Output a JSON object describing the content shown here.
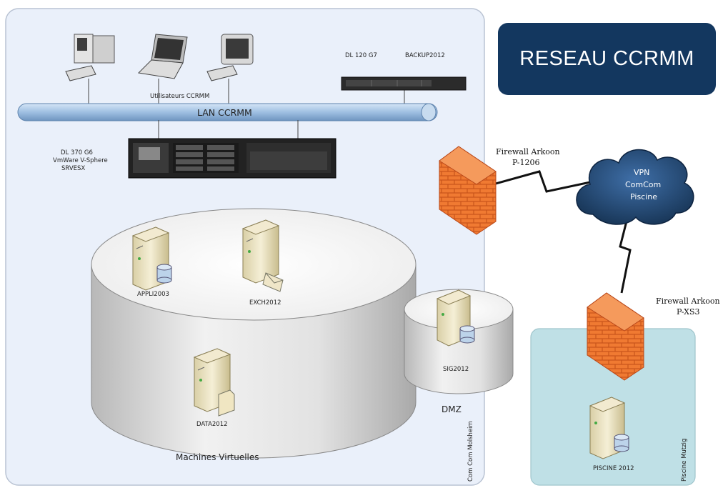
{
  "title": "RESEAU CCRMM",
  "zones": {
    "main": "Com Com Molsheim",
    "pool": "Piscine Mutzig",
    "dmz": "DMZ",
    "virtual_machines": "Machines Virtuelles"
  },
  "lan_label": "LAN CCRMM",
  "users_label": "Utilisateurs CCRMM",
  "backup_server": {
    "model": "DL 120 G7",
    "name": "BACKUP2012"
  },
  "host_server": {
    "line1": "DL 370 G6",
    "line2": "VmWare V-Sphere",
    "line3": "SRVESX"
  },
  "vms": {
    "appli": "APPLI2003",
    "exch": "EXCH2012",
    "data": "DATA2012"
  },
  "dmz_server": "SIG2012",
  "pool_server": "PISCINE 2012",
  "firewall_main": {
    "line1": "Firewall Arkoon",
    "line2": "P-1206"
  },
  "firewall_pool": {
    "line1": "Firewall Arkoon",
    "line2": "P-XS3"
  },
  "vpn": {
    "line1": "VPN",
    "line2": "ComCom",
    "line3": "Piscine"
  },
  "colors": {
    "title_bg": "#13375f",
    "main_zone": "#eaf0fa",
    "pool_zone": "#bfe0e6",
    "lan": "#a9c6e6",
    "firewall": "#f07a32"
  },
  "icons": [
    "desktop-computer-icon",
    "laptop-icon",
    "monitor-icon",
    "rack-server-icon",
    "tower-server-icon",
    "database-icon",
    "mail-icon",
    "folder-icon",
    "brick-firewall-icon",
    "cloud-icon"
  ]
}
